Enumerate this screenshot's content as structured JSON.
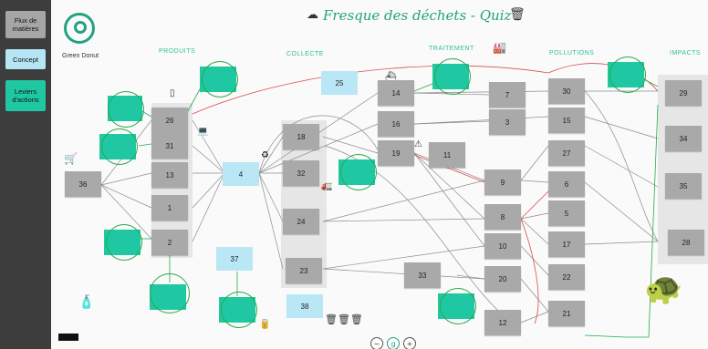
{
  "sidebar": {
    "buttons": [
      {
        "label": "Flux de matières",
        "bg": "#a6a6a6",
        "fg": "#111111"
      },
      {
        "label": "Concept",
        "bg": "#b6e6f5",
        "fg": "#111111"
      },
      {
        "label": "Leviers d'actions",
        "bg": "#1fc8a2",
        "fg": "#111111"
      }
    ]
  },
  "header": {
    "title": "Fresque des déchets - Quiz",
    "brand": "Green Donut"
  },
  "zones": {
    "produits": "PRODUITS",
    "collecte": "COLLECTE",
    "traitement": "TRAITEMENT",
    "pollutions": "POLLUTIONS",
    "impacts": "IMPACTS"
  },
  "cards": {
    "gray": [
      "36",
      "26",
      "31",
      "13",
      "1",
      "2",
      "18",
      "32",
      "24",
      "23",
      "14",
      "16",
      "19",
      "11",
      "33",
      "7",
      "3",
      "9",
      "8",
      "10",
      "20",
      "12",
      "30",
      "15",
      "27",
      "6",
      "5",
      "17",
      "22",
      "21",
      "29",
      "34",
      "35",
      "28"
    ],
    "blue": [
      "25",
      "4",
      "37",
      "38"
    ],
    "teal_count": 10
  },
  "colors": {
    "accent": "#22a27f",
    "gray_card": "#a9a9a9",
    "blue_card": "#b9e7f5",
    "teal_card": "#1fc8a2",
    "red_link": "#e04a4a",
    "green_link": "#2aa84a"
  }
}
